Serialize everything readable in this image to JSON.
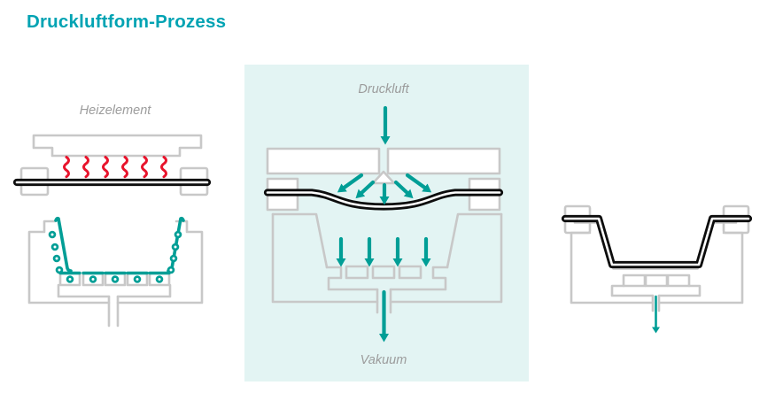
{
  "title": "Druckluftform-Prozess",
  "colors": {
    "title_teal": "#00a3b3",
    "diagram_teal": "#009e96",
    "heat_red": "#e8142c",
    "outline_gray": "#c8c8c8",
    "label_gray": "#9c9c9c",
    "sheet_black": "#0d0d0d",
    "panel_bg": "#e3f4f3",
    "page_bg": "#ffffff"
  },
  "stages": [
    {
      "name": "heating",
      "label": "Heizelement",
      "heat_wave_count": 6,
      "temperature_dot_count": 13
    },
    {
      "name": "forming",
      "label_top": "Druckluft",
      "label_bottom": "Vakuum",
      "pressure_fan_arrow_count": 5,
      "cavity_arrow_count": 4
    },
    {
      "name": "formed-part",
      "vacuum_arrow_count": 1
    }
  ],
  "icons": {
    "pressure_arrow": "down-arrow",
    "vacuum_arrow": "down-arrow",
    "heat_waves": "red-wavy-vertical-lines"
  }
}
